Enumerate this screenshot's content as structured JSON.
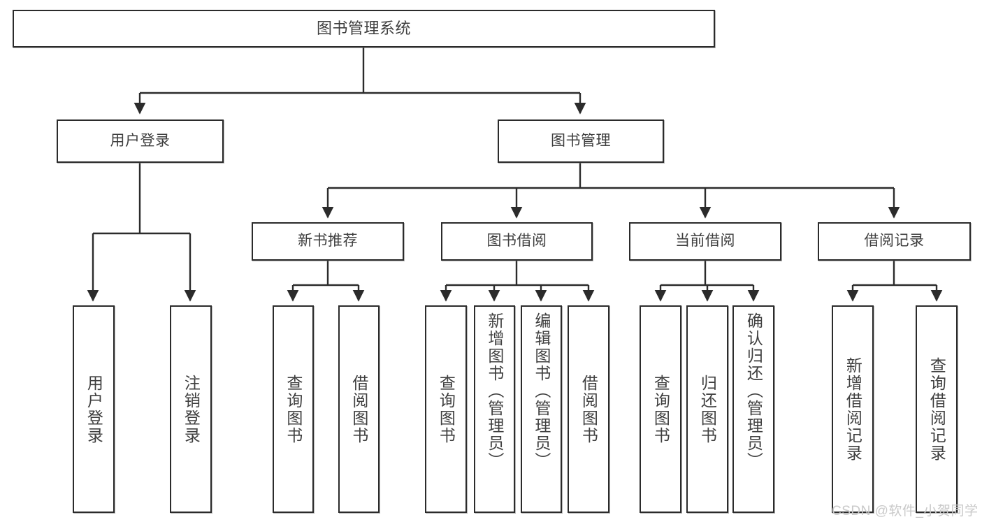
{
  "diagram": {
    "title": "图书管理系统",
    "type": "tree-hierarchy-chart",
    "colors": {
      "box_border": "#2b2b2b",
      "box_fill": "#ffffff",
      "text": "#3f3f3f",
      "connector": "#2b2b2b",
      "watermark": "#c9c9c9",
      "background": "#ffffff"
    },
    "root": {
      "label": "图书管理系统"
    },
    "level2": [
      {
        "label": "用户登录"
      },
      {
        "label": "图书管理"
      }
    ],
    "level3": [
      {
        "label": "新书推荐"
      },
      {
        "label": "图书借阅"
      },
      {
        "label": "当前借阅"
      },
      {
        "label": "借阅记录"
      }
    ],
    "leaves": {
      "user_login": [
        {
          "label": "用户登录"
        },
        {
          "label": "注销登录"
        }
      ],
      "new_book_recommend": [
        {
          "label": "查询图书"
        },
        {
          "label": "借阅图书"
        }
      ],
      "book_borrow": [
        {
          "label": "查询图书"
        },
        {
          "label": "新增图书（管理员）"
        },
        {
          "label": "编辑图书（管理员）"
        },
        {
          "label": "借阅图书"
        }
      ],
      "current_borrow": [
        {
          "label": "查询图书"
        },
        {
          "label": "归还图书"
        },
        {
          "label": "确认归还（管理员）"
        }
      ],
      "borrow_record": [
        {
          "label": "新增借阅记录"
        },
        {
          "label": "查询借阅记录"
        }
      ]
    },
    "watermark": "CSDN @软件_小贺同学"
  }
}
